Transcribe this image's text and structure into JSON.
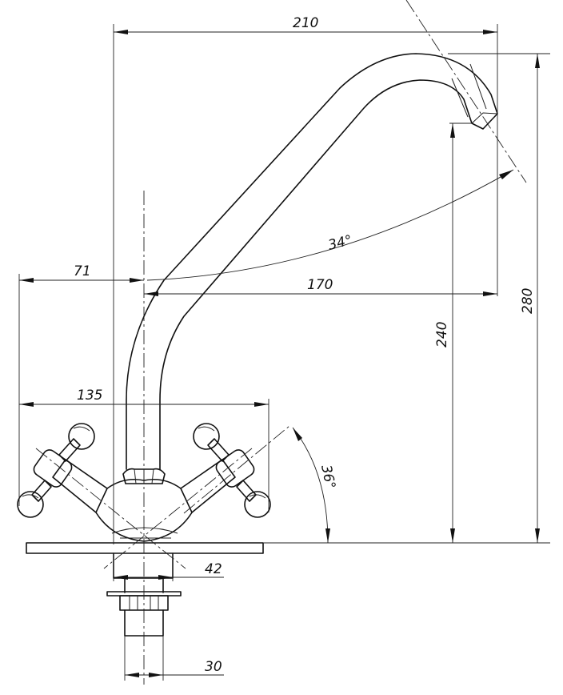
{
  "drawing": {
    "subject": "faucet",
    "line_color": "#111111",
    "dimensions": {
      "overall_width": "210",
      "overall_height": "280",
      "spout_height": "240",
      "spout_reach": "170",
      "left_offset": "71",
      "handle_span": "135",
      "body_diameter": "42",
      "shank_diameter": "30",
      "spout_angle": "34°",
      "handle_angle": "36°"
    }
  }
}
